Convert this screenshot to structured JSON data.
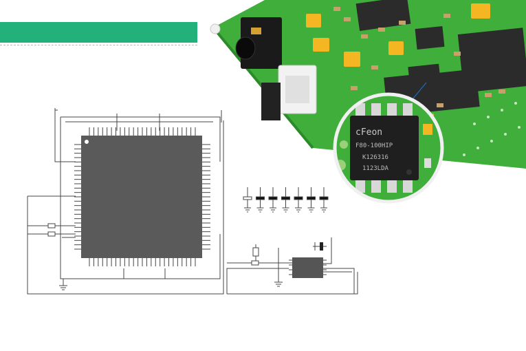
{
  "header": {
    "banner_color": "#22b07b",
    "title": ""
  },
  "schematic": {
    "mcu_pin_count_per_side": 25,
    "decoupling_caps": 7,
    "colors": {
      "line": "#444444",
      "chip": "#555555"
    }
  },
  "photo": {
    "board_color": "#3fae3a",
    "chip_marking": {
      "line1": "cFeon",
      "line2": "F80-100HIP",
      "line3": "K126316",
      "line4": "1123LDA"
    }
  }
}
